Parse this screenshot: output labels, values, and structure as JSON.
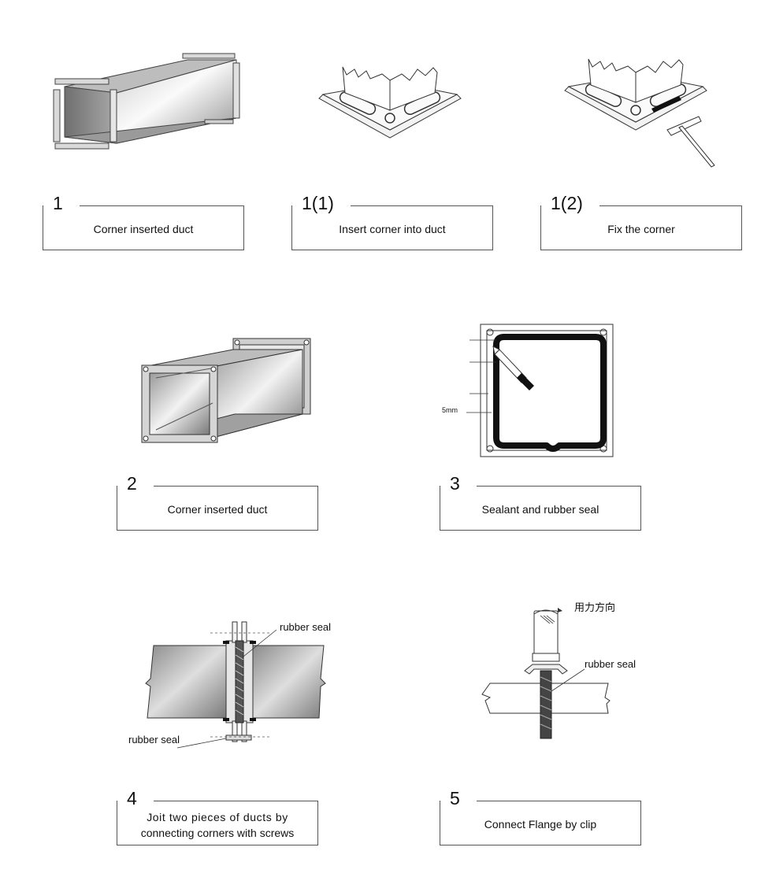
{
  "steps": [
    {
      "number": "1",
      "caption": "Corner inserted duct"
    },
    {
      "number": "1(1)",
      "caption": "Insert corner into duct"
    },
    {
      "number": "1(2)",
      "caption": "Fix the corner"
    },
    {
      "number": "2",
      "caption": "Corner inserted duct"
    },
    {
      "number": "3",
      "caption": "Sealant and rubber seal"
    },
    {
      "number": "4",
      "caption_line1": "Joit two pieces of ducts by",
      "caption_line2": "connecting corners with screws"
    },
    {
      "number": "5",
      "caption": "Connect Flange by clip"
    }
  ],
  "fig3": {
    "dimension_label": "5mm"
  },
  "fig4": {
    "label_top": "rubber seal",
    "label_bottom": "rubber seal"
  },
  "fig5": {
    "label_force": "用力方向",
    "label_seal": "rubber seal"
  }
}
